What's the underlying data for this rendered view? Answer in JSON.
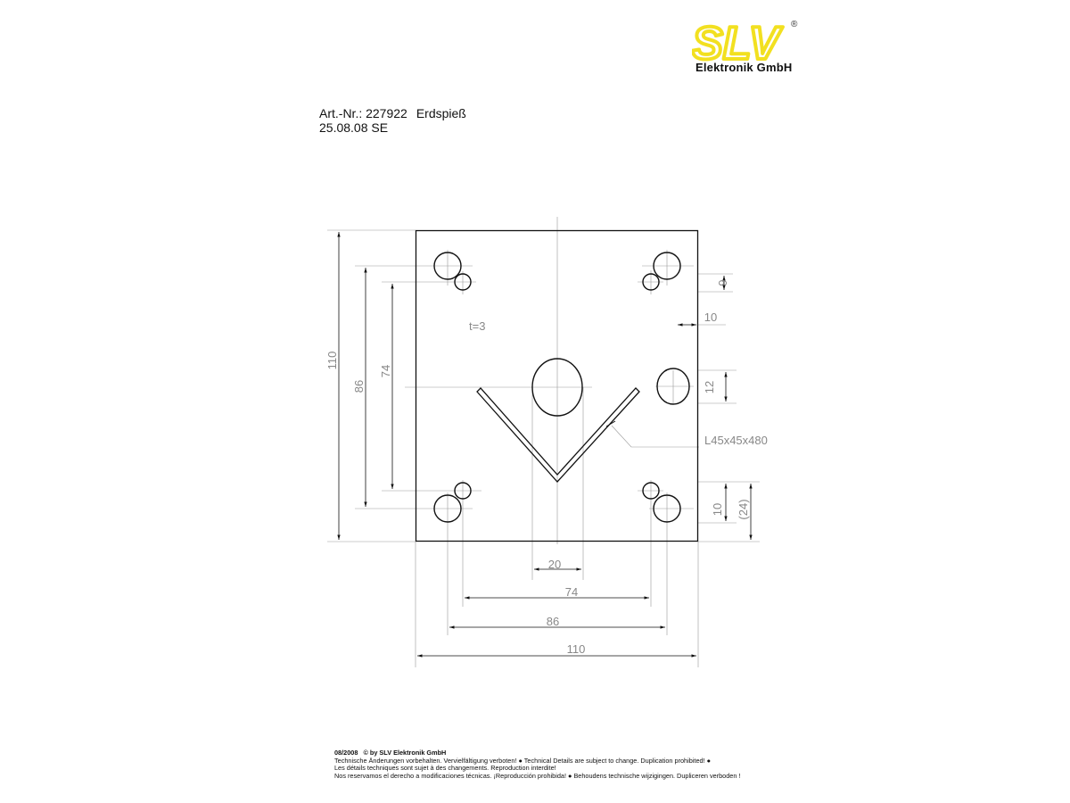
{
  "logo": {
    "wordmark": "SLV",
    "registered": "®",
    "company": "Elektronik GmbH",
    "color": "#f2e020"
  },
  "header": {
    "art_nr": "Art.-Nr.: 227922",
    "product": "Erdspieß",
    "date_line": "25.08.08 SE"
  },
  "drawing": {
    "thickness": "t=3",
    "profile": "L45x45x480",
    "dims": {
      "left_110": "110",
      "left_86": "86",
      "left_74": "74",
      "right_6": "6",
      "right_10_top": "10",
      "right_12": "12",
      "right_10_bottom": "10",
      "right_24": "(24)",
      "bottom_20": "20",
      "bottom_74": "74",
      "bottom_86": "86",
      "bottom_110": "110"
    },
    "line_color": "#111111",
    "dim_color": "#888888"
  },
  "footer": {
    "date": "08/2008",
    "copyright": "© by SLV Elektronik GmbH",
    "line1": "Technische Änderungen vorbehalten. Vervielfältigung verboten! ● Technical Details are subject to change. Duplication prohibited! ●",
    "line2": "Les détails techniques sont sujet à des changements. Reproduction interdite!",
    "line3": "Nos reservamos el derecho a modificaciones técnicas. ¡Reproducción prohibida! ● Behoudens technische wijzigingen. Dupliceren verboden !"
  }
}
